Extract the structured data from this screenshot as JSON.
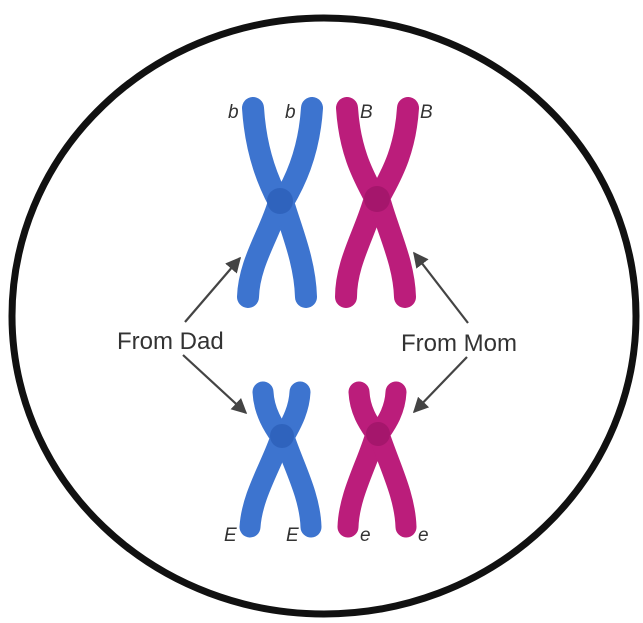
{
  "diagram": {
    "colors": {
      "dad": "#3d74cf",
      "dad_centromere": "#2f63bd",
      "mom": "#bb1d7b",
      "mom_centromere": "#a5166c",
      "arrow": "#444444",
      "cell_border": "#111111",
      "background": "#ffffff"
    },
    "labels": {
      "from_dad": "From Dad",
      "from_mom": "From Mom"
    },
    "alleles": {
      "dad_large_left": "b",
      "dad_large_right": "b",
      "mom_large_left": "B",
      "mom_large_right": "B",
      "dad_small_left": "E",
      "dad_small_right": "E",
      "mom_small_left": "e",
      "mom_small_right": "e"
    }
  }
}
